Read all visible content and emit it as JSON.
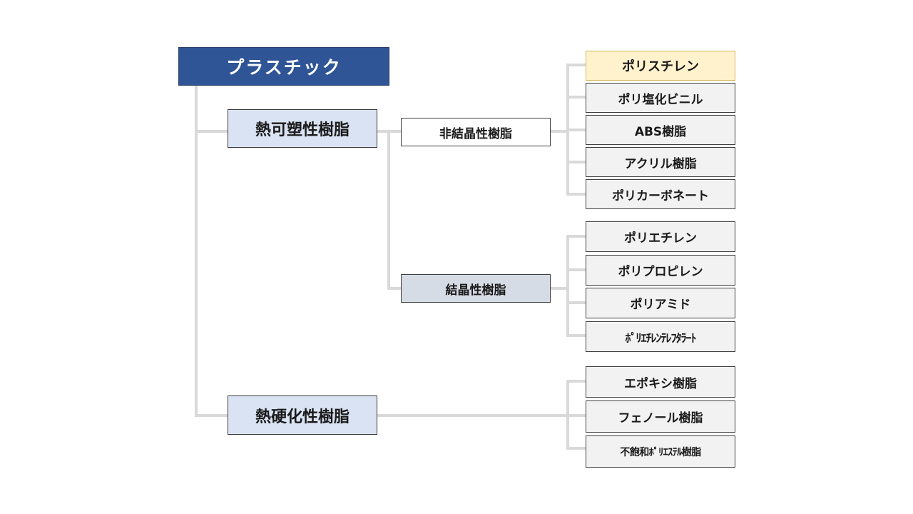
{
  "root": {
    "label": "プラスチック"
  },
  "categories": {
    "thermoplastic": {
      "label": "熱可塑性樹脂"
    },
    "thermoset": {
      "label": "熱硬化性樹脂"
    }
  },
  "subcategories": {
    "amorphous": {
      "label": "非結晶性樹脂"
    },
    "crystalline": {
      "label": "結晶性樹脂"
    }
  },
  "amorphous_items": [
    {
      "label": "ポリスチレン",
      "highlighted": true
    },
    {
      "label": "ポリ塩化ビニル"
    },
    {
      "label": "ABS樹脂"
    },
    {
      "label": "アクリル樹脂"
    },
    {
      "label": "ポリカーボネート"
    }
  ],
  "crystalline_items": [
    {
      "label": "ポリエチレン"
    },
    {
      "label": "ポリプロピレン"
    },
    {
      "label": "ポリアミド"
    },
    {
      "label": "ﾎﾟﾘｴﾁﾚﾝﾃﾚﾌﾀﾗｰﾄ"
    }
  ],
  "thermoset_items": [
    {
      "label": "エポキシ樹脂"
    },
    {
      "label": "フェノール樹脂"
    },
    {
      "label": "不飽和ﾎﾟﾘｴｽﾃﾙ樹脂"
    }
  ],
  "colors": {
    "root_fill": "#2f5597",
    "category_fill": "#dae3f3",
    "crystalline_fill": "#d6dce5",
    "leaf_fill": "#f2f2f2",
    "highlight_fill": "#fff2cc",
    "connector": "#d9d9d9"
  }
}
